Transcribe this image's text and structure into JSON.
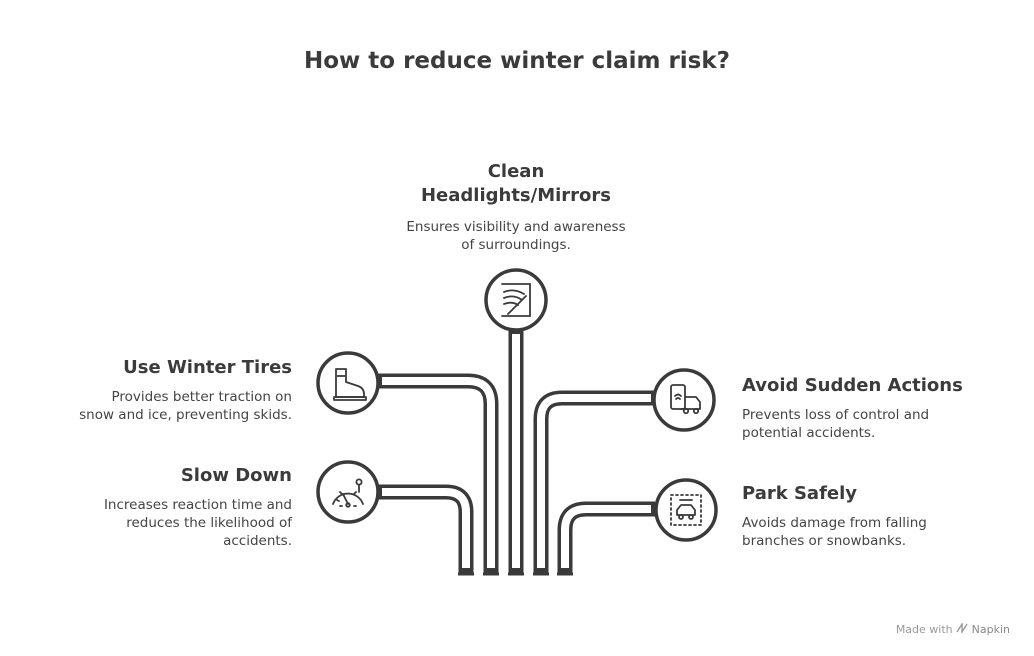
{
  "title": "How to reduce winter claim risk?",
  "items": [
    {
      "id": "clean",
      "heading_line1": "Clean",
      "heading_line2": "Headlights/Mirrors",
      "desc_line1": "Ensures visibility and awareness",
      "desc_line2": "of surroundings.",
      "icon": "windshield-wiper-icon"
    },
    {
      "id": "tires",
      "heading": "Use Winter Tires",
      "desc_line1": "Provides better traction on",
      "desc_line2": "snow and ice, preventing skids.",
      "icon": "boot-icon"
    },
    {
      "id": "slow",
      "heading": "Slow Down",
      "desc_line1": "Increases reaction time and",
      "desc_line2": "reduces the likelihood of",
      "desc_line3": "accidents.",
      "icon": "speedometer-icon"
    },
    {
      "id": "avoid",
      "heading": "Avoid Sudden Actions",
      "desc_line1": "Prevents loss of control and",
      "desc_line2": "potential accidents.",
      "icon": "phone-car-icon"
    },
    {
      "id": "park",
      "heading": "Park Safely",
      "desc_line1": "Avoids damage from falling",
      "desc_line2": "branches or snowbanks.",
      "icon": "parking-car-icon"
    }
  ],
  "footer": {
    "made_with": "Made with",
    "brand": "Napkin",
    "brand_icon": "napkin-logo-icon"
  },
  "colors": {
    "stroke": "#3a3a3a",
    "fill": "#ffffff",
    "text": "#3b3b3b"
  }
}
